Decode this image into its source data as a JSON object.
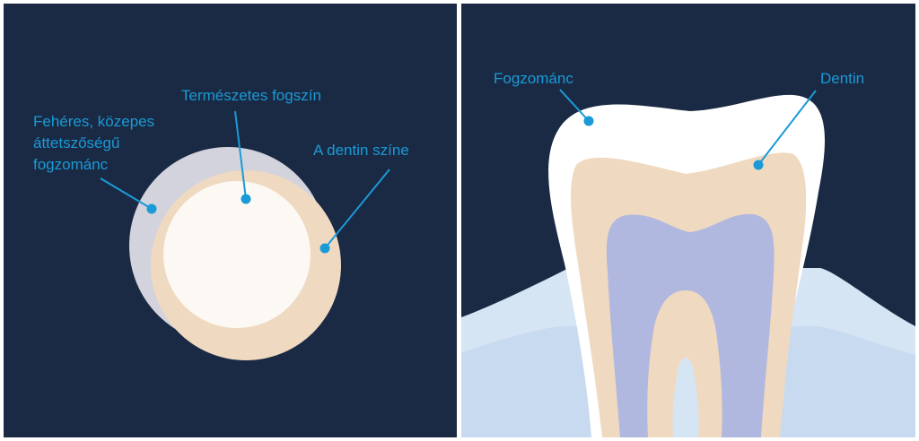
{
  "colors": {
    "background": "#1a2a44",
    "accent": "#1a9ad6",
    "enamel_circle": "#d2d3dc",
    "dentin_circle": "#efd9c0",
    "natural_circle": "#fcf9f5",
    "enamel": "#ffffff",
    "dentin": "#efd9c0",
    "pulp": "#b1b8df",
    "gum_outer": "#d6e5f3",
    "gum_inner": "#c8daef"
  },
  "left_panel": {
    "labels": {
      "enamel_line1": "Fehéres, közepes",
      "enamel_line2": "áttetszőségű",
      "enamel_line3": "fogzománc",
      "natural": "Természetes fogszín",
      "dentin": "A dentin színe"
    }
  },
  "right_panel": {
    "labels": {
      "enamel": "Fogzománc",
      "dentin": "Dentin"
    }
  }
}
